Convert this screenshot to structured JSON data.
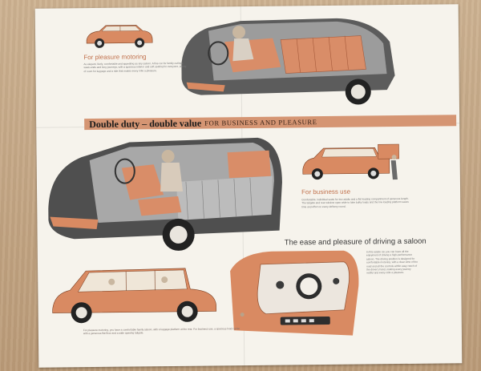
{
  "brochure": {
    "headline": "Double duty – double value",
    "tagline": "for business and pleasure",
    "sections": {
      "pleasure": {
        "heading": "For pleasure motoring",
        "body": "As elegant, lively, comfortable and appealing as any saloon. A fine car for family outings, week-ends and long journeys, with a spacious interior and soft seating for everyone, plenty of room for luggage and a ride that makes every mile a pleasure."
      },
      "business": {
        "heading": "For business use",
        "body": "Comfortable, individual seats for two adults and a flat loading compartment of generous length. The tailgate and rear window open wide to take bulky loads and the low loading platform saves time and effort on every delivery round."
      },
      "saloon": {
        "heading": "The ease and pleasure of driving a saloon",
        "body": "In this estate car you can have all the enjoyment of driving a high-performance saloon. The driving position is designed for comfortable motoring, with a clear view of the road and all the controls within easy reach of the driver's hand, making every journey restful and every mile a pleasure."
      }
    },
    "caption": "For pleasure motoring, you have a comfortable family saloon, with a luggage platform at the rear. For business use, a spacious load carrier with a generous flat floor and a wide opening tailgate."
  },
  "colors": {
    "accent": "#d59573",
    "paper": "#f6f3ec",
    "body_paint": "#d98a62",
    "roof_paint": "#efe6d8",
    "upholstery": "#d98d68"
  }
}
